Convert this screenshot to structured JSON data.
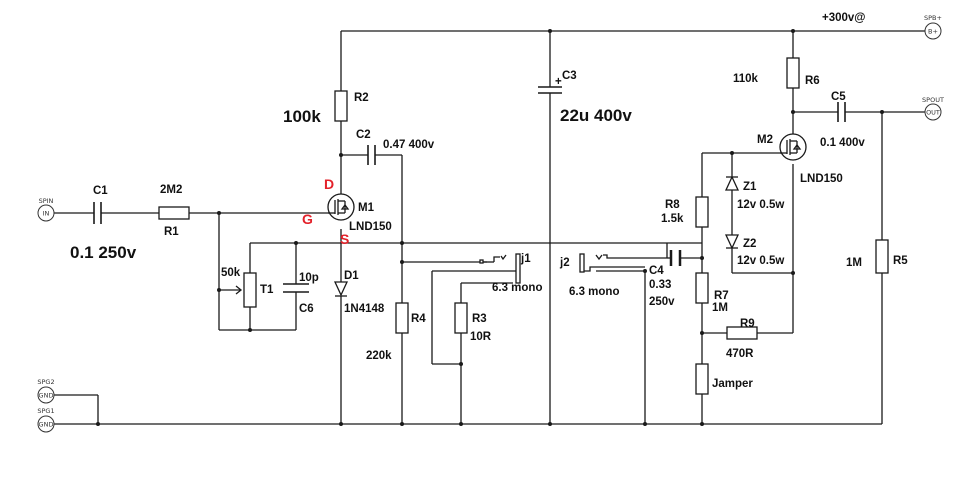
{
  "ports": {
    "spin": {
      "tag": "SPIN",
      "label": "IN"
    },
    "spg2": {
      "tag": "SPG2",
      "label": "GND"
    },
    "spg1": {
      "tag": "SPG1",
      "label": "GND"
    },
    "spb": {
      "tag": "SPB+",
      "label": "B+"
    },
    "spout": {
      "tag": "SPOUT",
      "label": "OUT"
    }
  },
  "supply_label": "+300v@",
  "components": {
    "c1": {
      "ref": "C1",
      "value": "0.1 250v"
    },
    "r1": {
      "ref": "R1",
      "value": "2M2"
    },
    "t1": {
      "ref": "T1",
      "value": "50k"
    },
    "c6": {
      "ref": "C6",
      "value": "10p"
    },
    "r2": {
      "ref": "R2",
      "value": "100k"
    },
    "c2": {
      "ref": "C2",
      "value": "0.47 400v"
    },
    "m1": {
      "ref": "M1",
      "value": "LND150"
    },
    "d1": {
      "ref": "D1",
      "value": "1N4148"
    },
    "r4": {
      "ref": "R4",
      "value": "220k"
    },
    "r3": {
      "ref": "R3",
      "value": "10R"
    },
    "j1": {
      "ref": "j1",
      "value": "6.3 mono"
    },
    "c3": {
      "ref": "C3",
      "value": "22u  400v"
    },
    "j2": {
      "ref": "j2",
      "value": "6.3 mono"
    },
    "c4": {
      "ref": "C4",
      "value": "0.33",
      "value2": "250v"
    },
    "r8": {
      "ref": "R8",
      "value": "1.5k"
    },
    "z1": {
      "ref": "Z1",
      "value": "12v 0.5w"
    },
    "z2": {
      "ref": "Z2",
      "value": "12v 0.5w"
    },
    "r7": {
      "ref": "R7",
      "value": "1M"
    },
    "r9": {
      "ref": "R9",
      "value": "470R"
    },
    "jumper": {
      "value": "Jamper"
    },
    "r6": {
      "ref": "R6",
      "value": "110k"
    },
    "c5": {
      "ref": "C5",
      "value": "0.1  400v"
    },
    "m2": {
      "ref": "M2",
      "value": "LND150"
    },
    "r5": {
      "ref": "R5",
      "value": "1M"
    }
  },
  "pins": {
    "drain": "D",
    "gate": "G",
    "source": "S"
  },
  "colors": {
    "wire": "#1a1a1a",
    "pin_label": "#e3212a",
    "background": "#ffffff"
  }
}
